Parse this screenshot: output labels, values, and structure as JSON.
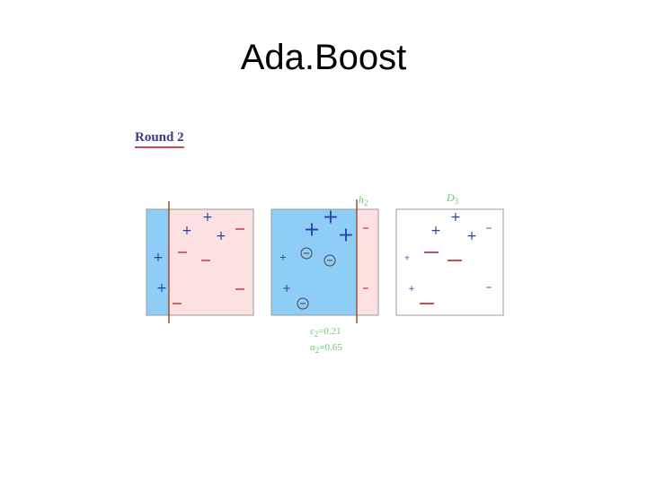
{
  "title": "Ada.Boost",
  "round_label": "Round 2",
  "colors": {
    "plus": "#2b3fa8",
    "minus": "#c23b49",
    "left_region": "#8ecdf5",
    "right_region": "#fde0e2",
    "boundary": "#a0522d",
    "stats": "#66cc66",
    "round_text": "#3a3a8c"
  },
  "panel2_boundary_label": {
    "base": "h",
    "sub": "2"
  },
  "panel3_label": {
    "base": "D",
    "sub": "3"
  },
  "stats": [
    {
      "symbol": "ε",
      "sub": "2",
      "value": "=0.21"
    },
    {
      "symbol": "α",
      "sub": "2",
      "value": "=0.65"
    }
  ]
}
